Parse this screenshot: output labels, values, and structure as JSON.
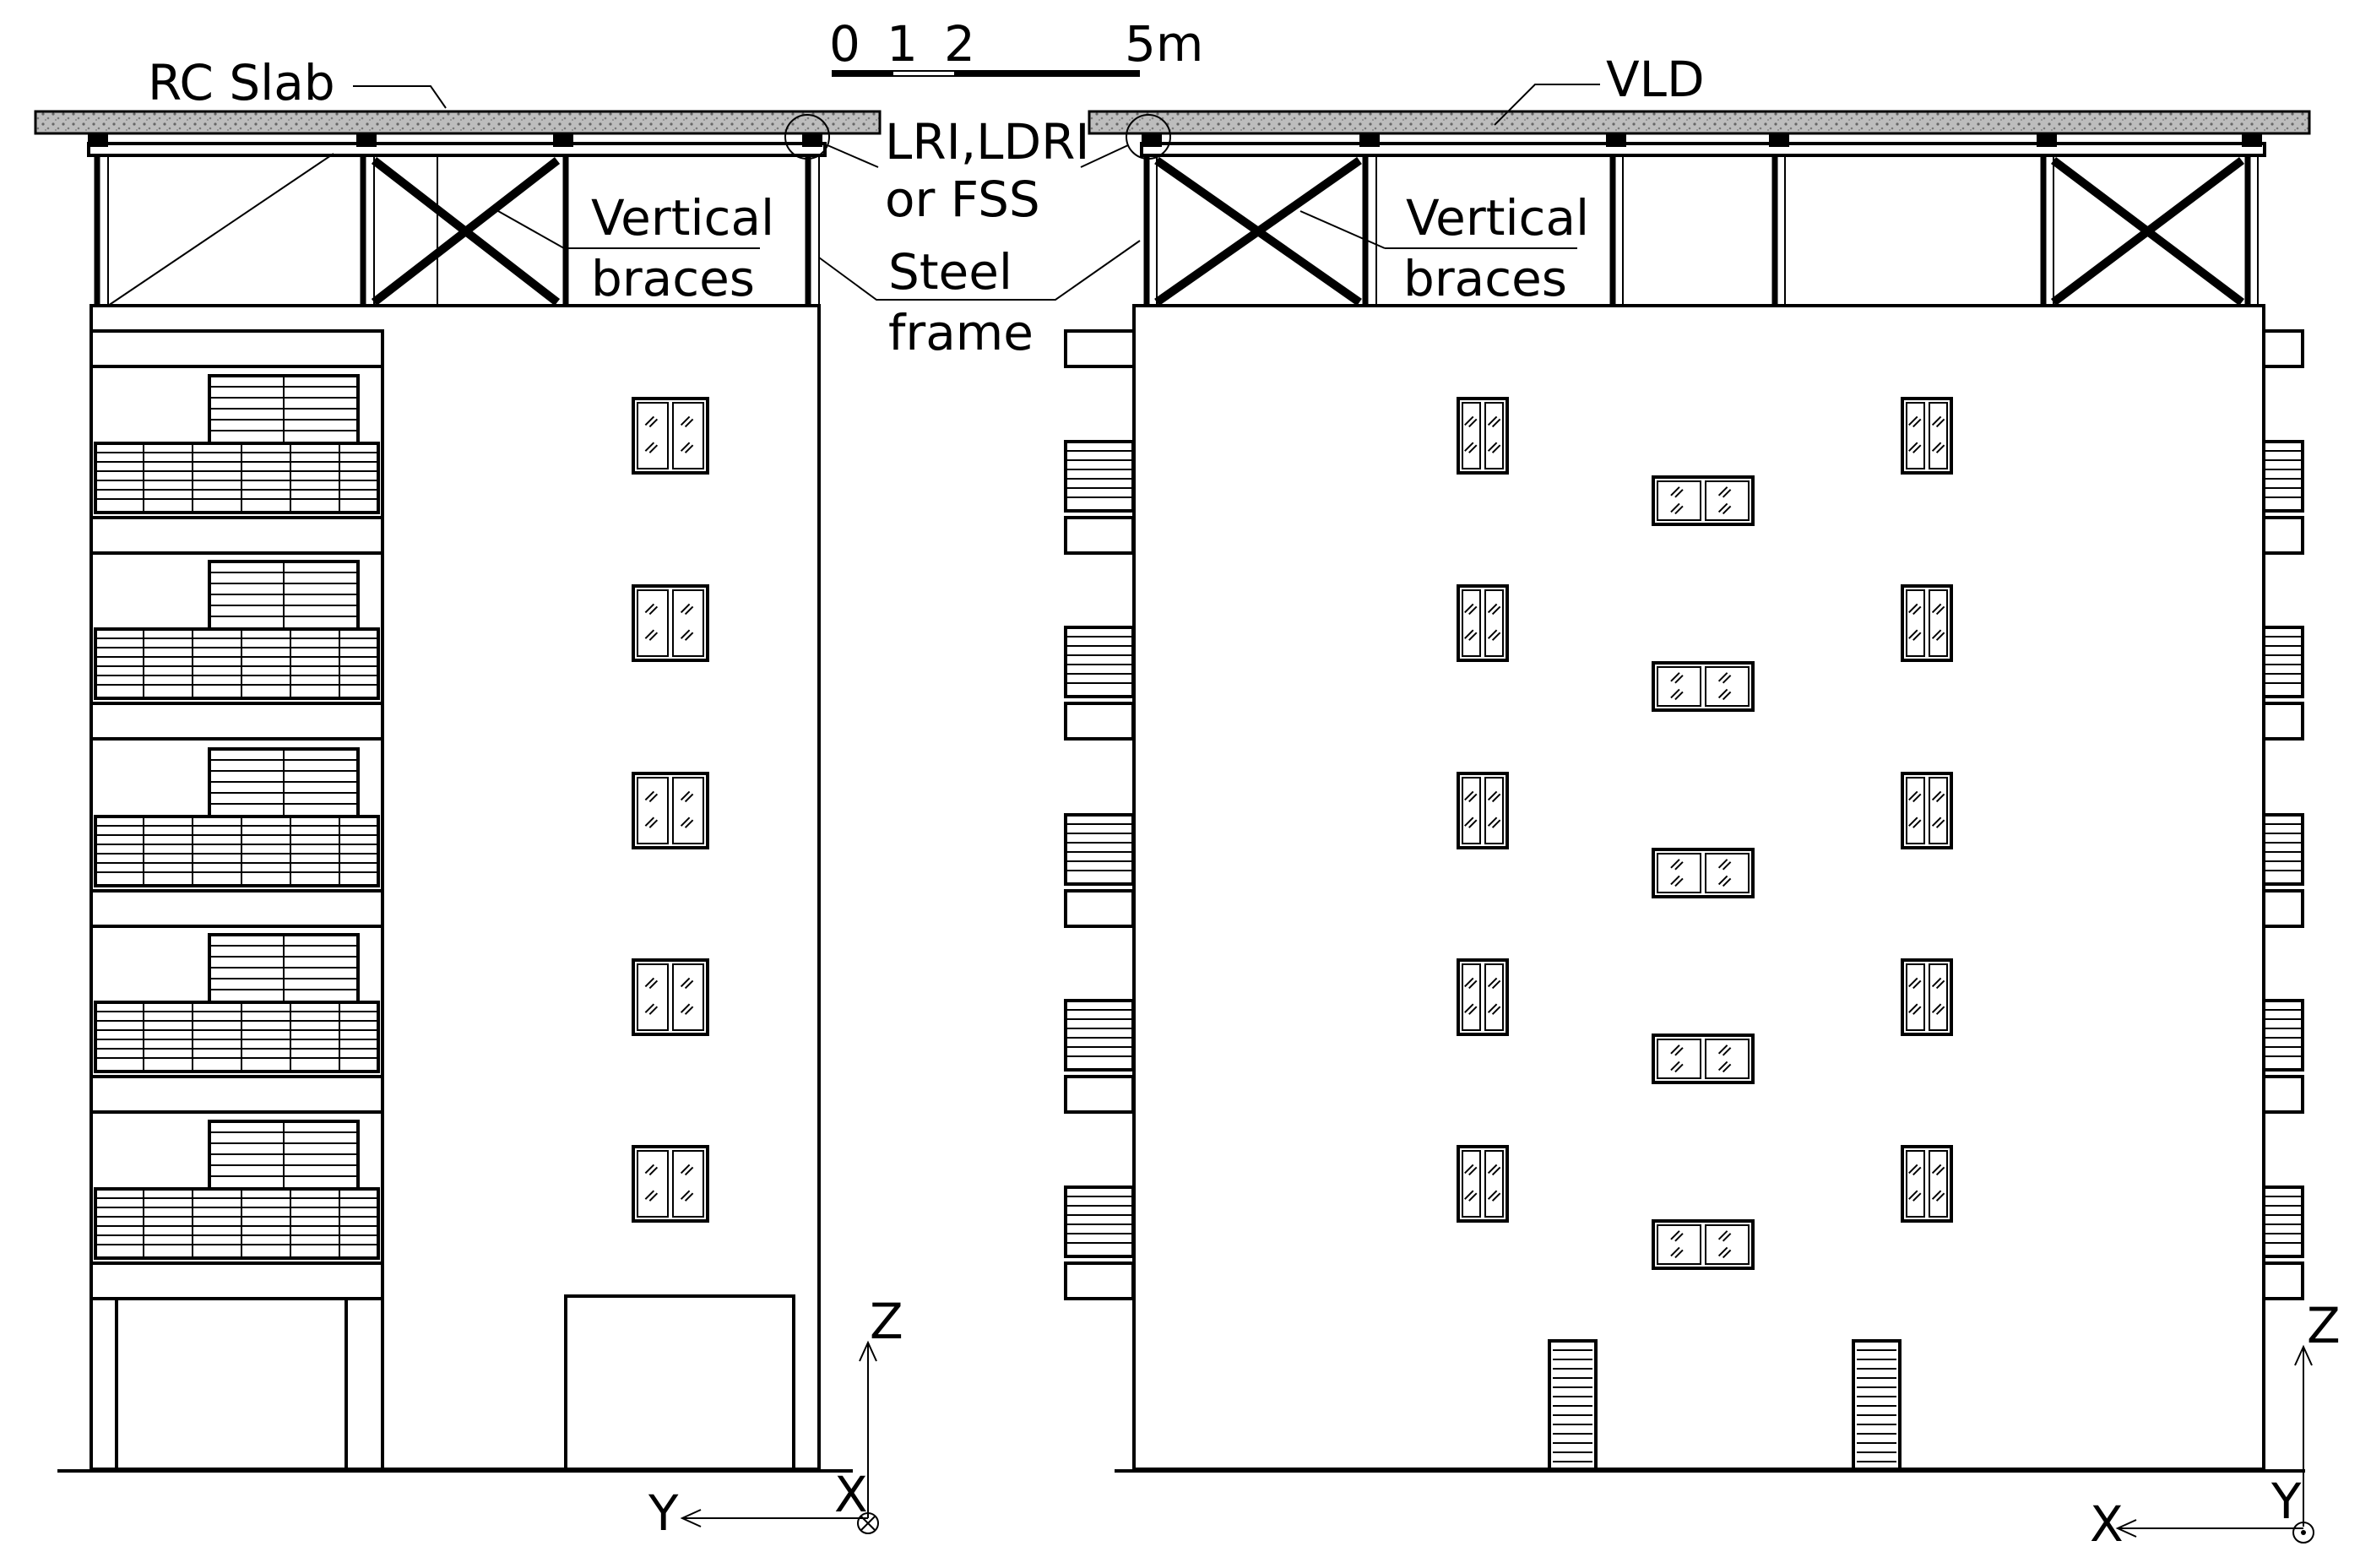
{
  "labels": {
    "rc_slab": "RC Slab",
    "vld": "VLD",
    "isolator_l1": "LRI,LDRI",
    "isolator_l2": "or FSS",
    "vertical_l1": "Vertical",
    "vertical_l2": "braces",
    "steel_l1": "Steel",
    "steel_l2": "frame"
  },
  "scale_bar": {
    "tick_0": "0",
    "tick_1": "1",
    "tick_2": "2",
    "tick_5": "5m"
  },
  "axes_left": {
    "z": "Z",
    "y": "Y",
    "x": "X"
  },
  "axes_right": {
    "z": "Z",
    "y": "Y",
    "x": "X"
  },
  "colors": {
    "line": "#000000",
    "slab_fill": "#bdbdbd",
    "background": "#ffffff"
  }
}
